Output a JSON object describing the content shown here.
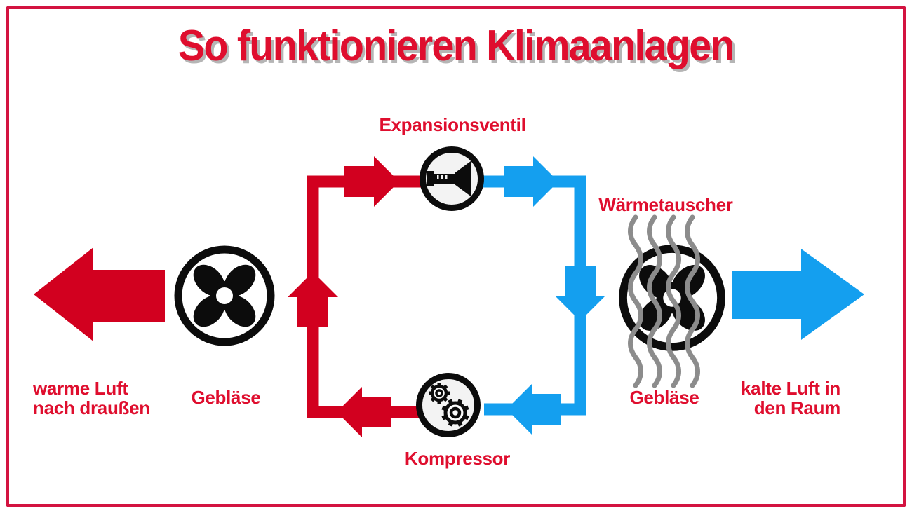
{
  "title": "So funktionieren Klimaanlagen",
  "colors": {
    "red": "#d2001f",
    "blue": "#149fef",
    "label_red": "#df0e2e",
    "border_red": "#d31340",
    "wave_gray": "#8c8c8c",
    "title_shadow": "#b5b5b5",
    "icon_fill": "#f3f3f3",
    "icon_black": "#0c0c0c"
  },
  "components": {
    "expansion_valve": {
      "label": "Expansionsventil",
      "icon": "valve-nozzle-icon"
    },
    "heat_exchanger": {
      "label": "Wärmetauscher",
      "icon": "fan-with-heat-waves-icon"
    },
    "compressor": {
      "label": "Kompressor",
      "icon": "gears-icon"
    },
    "fan_left": {
      "label": "Gebläse",
      "icon": "fan-icon"
    },
    "fan_right": {
      "label": "Gebläse",
      "icon": "fan-icon"
    }
  },
  "airflow": {
    "warm_out": "warme Luft\nnach draußen",
    "cold_in": "kalte Luft in\nden Raum"
  }
}
